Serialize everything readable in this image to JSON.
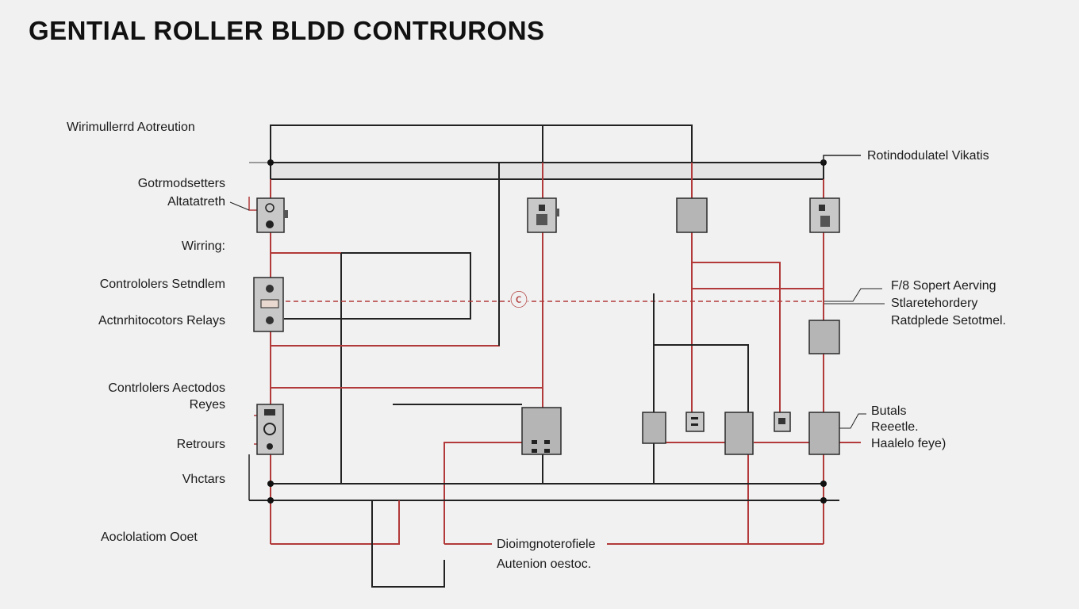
{
  "title": "GENTIAL ROLLER BLDD CONTRURONS",
  "labels": {
    "left": [
      "Wirimullerrd Aotreution",
      "Gotrmodsetters",
      "Altatatreth",
      "Wirring:",
      "Contrololers Setndlem",
      "Actnrhitocotors Relays",
      "Contrlolers Aectodos",
      "Reyes",
      "Retrours",
      "Vhctars",
      "Aoclolatiom Ooet"
    ],
    "right": [
      "Rotindodulatel Vikatis",
      "F/8 Sopert Aerving",
      "Stlaretehordery",
      "Ratdplede Setotmel.",
      "Butals",
      "Reeetle.",
      "Haalelo feye)"
    ],
    "bottom": [
      "Dioimgnoterofiele",
      "Autenion oestoc."
    ],
    "center_symbol": "ⓒ"
  },
  "colors": {
    "background": "#f1f1f1",
    "wire_black": "#222222",
    "wire_red": "#b23a3a",
    "component_fill": "#b5b5b5",
    "component_stroke": "#2a2a2a"
  }
}
